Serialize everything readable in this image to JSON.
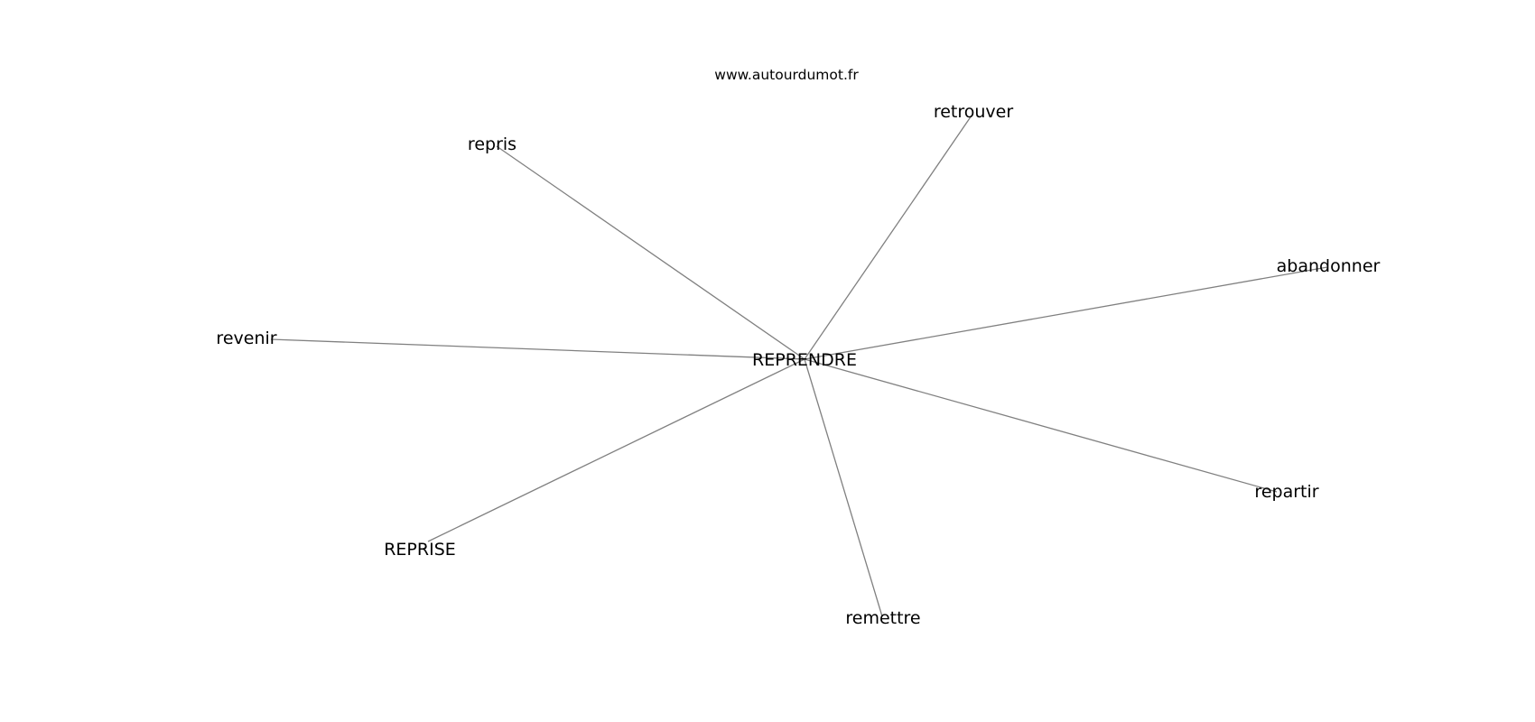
{
  "watermark": "www.autourdumot.fr",
  "graph": {
    "center": "REPRENDRE",
    "neighbors": [
      "repris",
      "retrouver",
      "abandonner",
      "revenir",
      "repartir",
      "REPRISE",
      "remettre"
    ]
  },
  "colors": {
    "edge": "#808080",
    "text": "#000000",
    "background": "#ffffff"
  }
}
